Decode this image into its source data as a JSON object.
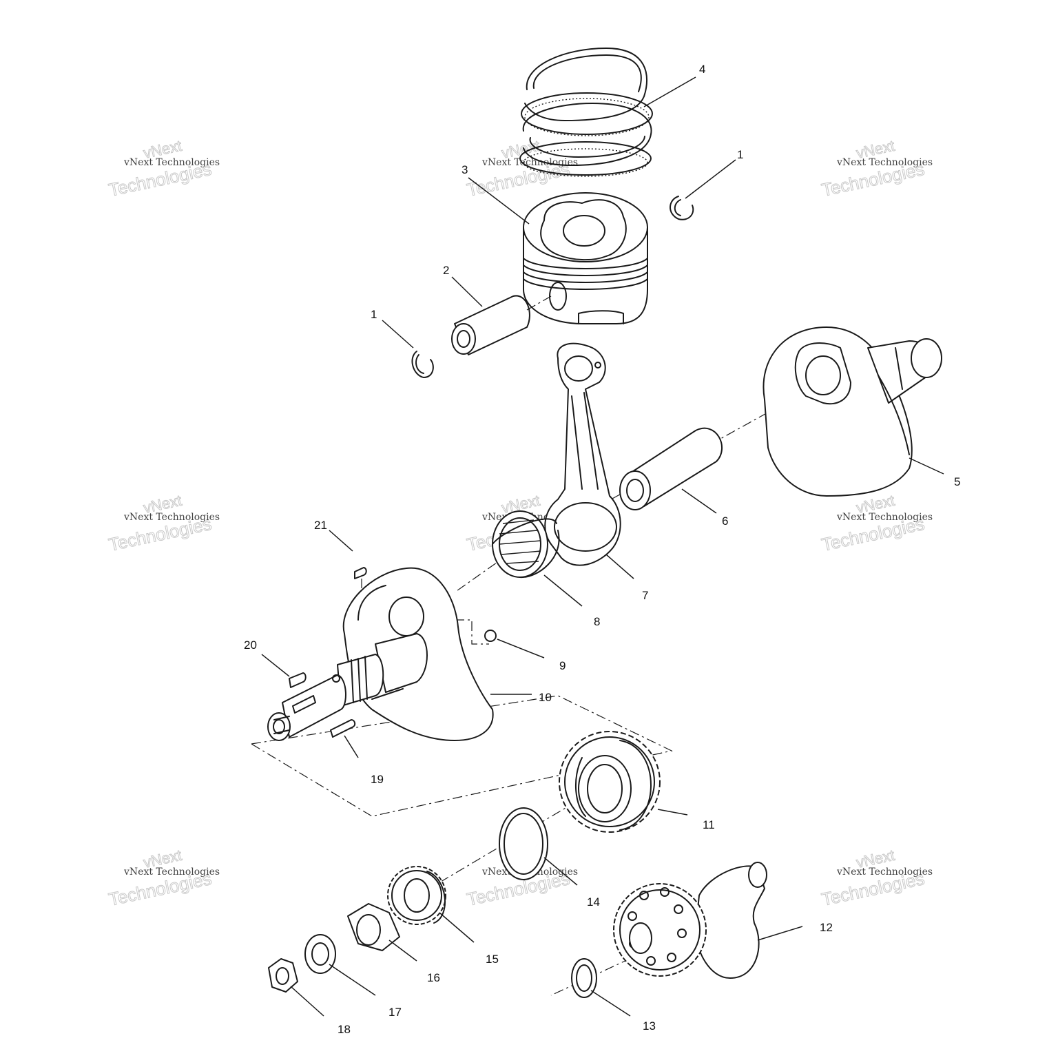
{
  "diagram": {
    "callouts": [
      {
        "id": "c4",
        "text": "4"
      },
      {
        "id": "c1a",
        "text": "1"
      },
      {
        "id": "c3",
        "text": "3"
      },
      {
        "id": "c2",
        "text": "2"
      },
      {
        "id": "c1b",
        "text": "1"
      },
      {
        "id": "c5",
        "text": "5"
      },
      {
        "id": "c6",
        "text": "6"
      },
      {
        "id": "c7",
        "text": "7"
      },
      {
        "id": "c8",
        "text": "8"
      },
      {
        "id": "c21",
        "text": "21"
      },
      {
        "id": "c9",
        "text": "9"
      },
      {
        "id": "c20",
        "text": "20"
      },
      {
        "id": "c10",
        "text": "10"
      },
      {
        "id": "c19",
        "text": "19"
      },
      {
        "id": "c11",
        "text": "11"
      },
      {
        "id": "c14",
        "text": "14"
      },
      {
        "id": "c12",
        "text": "12"
      },
      {
        "id": "c15",
        "text": "15"
      },
      {
        "id": "c16",
        "text": "16"
      },
      {
        "id": "c13",
        "text": "13"
      },
      {
        "id": "c17",
        "text": "17"
      },
      {
        "id": "c18",
        "text": "18"
      }
    ]
  },
  "watermark": {
    "line1": "vNext Technologies",
    "line2": "Technologies",
    "line3": "vNext"
  }
}
